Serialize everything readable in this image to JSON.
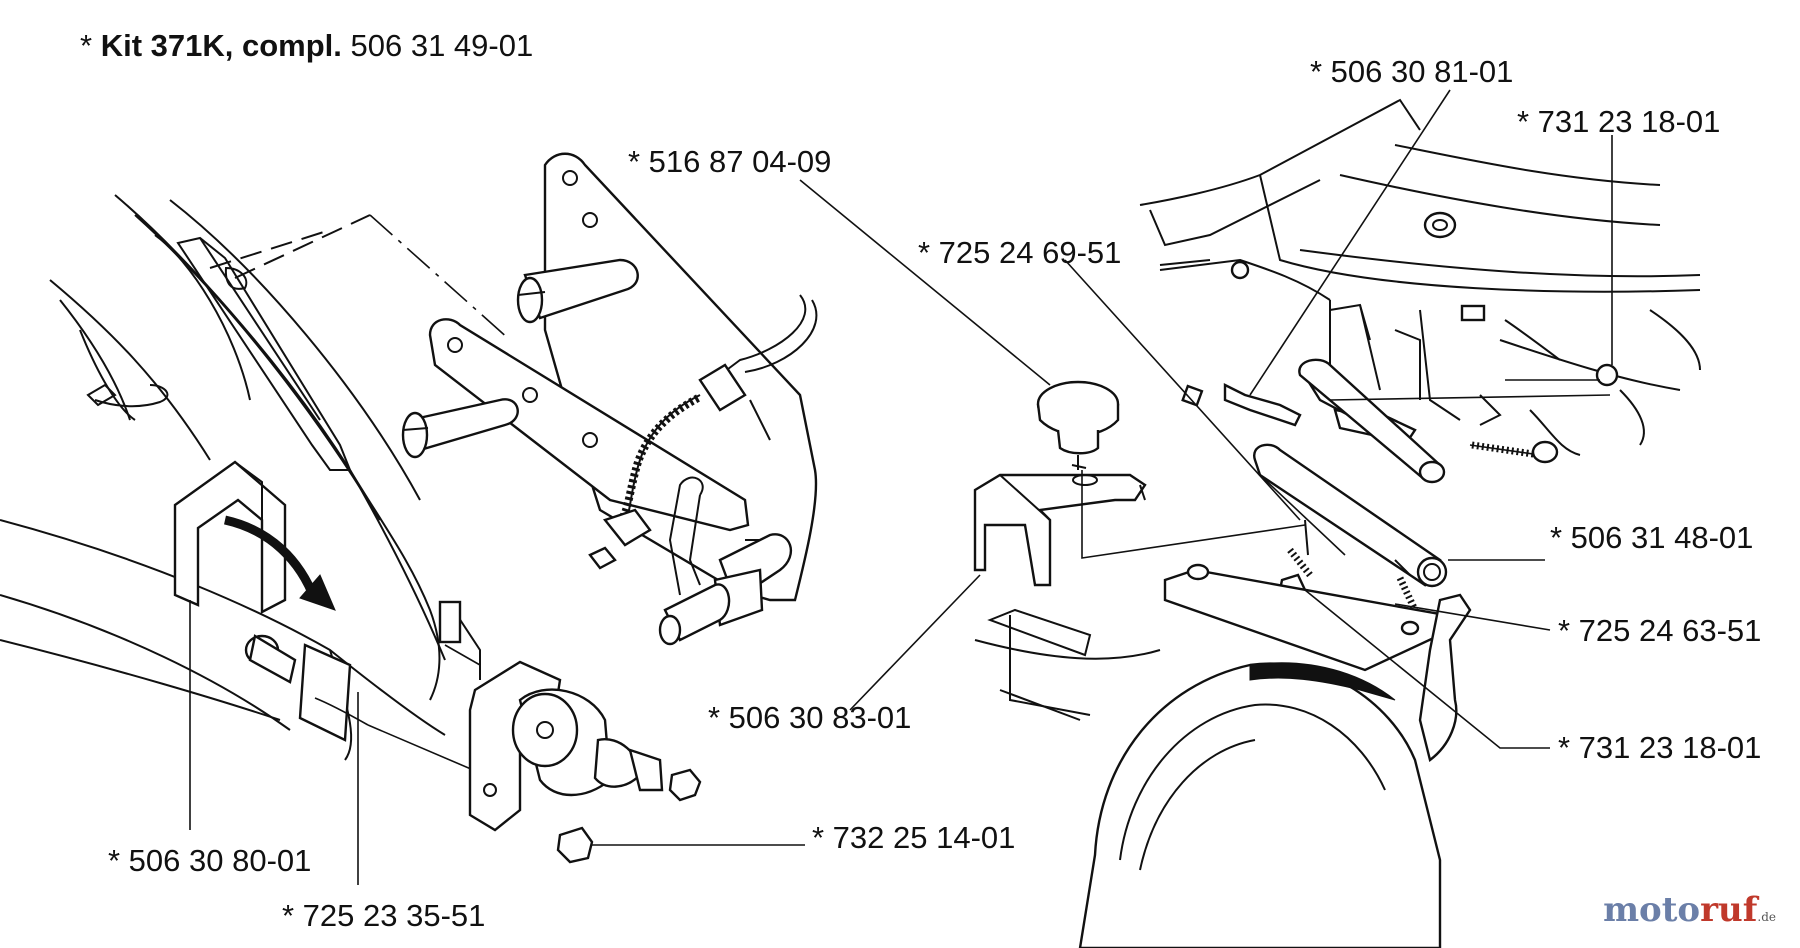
{
  "title": {
    "prefix": "* ",
    "kit_name": "Kit 371K, compl.",
    "kit_number": " 506 31 49-01"
  },
  "part_labels": [
    {
      "id": "p1",
      "text": "* 516 87 04-09"
    },
    {
      "id": "p2",
      "text": "* 506 30 81-01"
    },
    {
      "id": "p3",
      "text": "* 731 23 18-01"
    },
    {
      "id": "p4",
      "text": "* 725 24 69-51"
    },
    {
      "id": "p5",
      "text": "* 506 31 48-01"
    },
    {
      "id": "p6",
      "text": "* 725 24 63-51"
    },
    {
      "id": "p7",
      "text": "* 731 23 18-01"
    },
    {
      "id": "p8",
      "text": "* 506 30 83-01"
    },
    {
      "id": "p9",
      "text": "* 732 25 14-01"
    },
    {
      "id": "p10",
      "text": "* 506 30 80-01"
    },
    {
      "id": "p11",
      "text": "* 725 23 35-51"
    }
  ],
  "watermark": {
    "part1": "moto",
    "part2": "ruf",
    "suffix": ".de"
  }
}
